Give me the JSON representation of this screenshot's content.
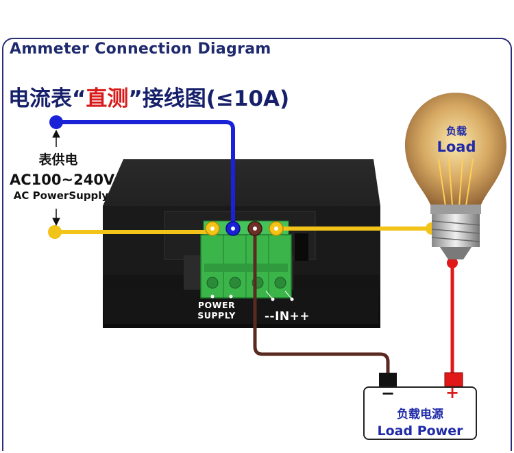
{
  "diagram": {
    "title": "Ammeter Connection Diagram",
    "headline_prefix": "电流表“",
    "headline_highlight": "直测",
    "headline_suffix": "”接线图(≤10A)",
    "supply_cn": "表供电",
    "supply_voltage": "AC100~240V",
    "supply_en": "AC PowerSupply",
    "terminal_power_line1": "POWER",
    "terminal_power_line2": "SUPPLY",
    "terminal_in": "--IN++",
    "bulb_cn": "负载",
    "bulb_en": "Load",
    "battery_cn": "负载电源",
    "battery_en": "Load Power",
    "battery_minus": "−",
    "battery_plus": "+",
    "colors": {
      "frame": "#2a2e7a",
      "blue_wire": "#1a22d8",
      "yellow_wire": "#f2c318",
      "brown_wire": "#5a2a22",
      "red_wire": "#e01818",
      "terminal_green": "#3bb54a",
      "text_blue": "#1f2aa8",
      "highlight_red": "#d91b1b"
    }
  }
}
